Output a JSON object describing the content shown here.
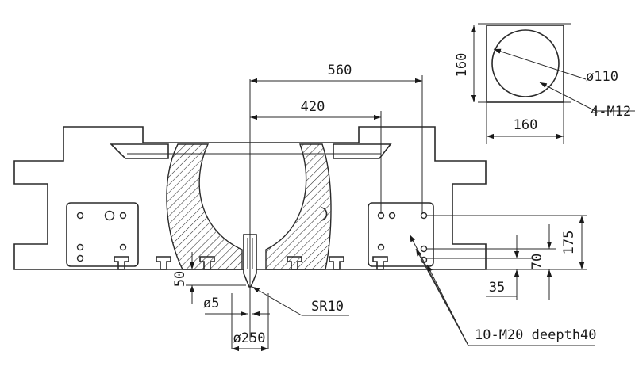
{
  "dimensions": {
    "width_560": "560",
    "width_420": "420",
    "plate_height_160": "160",
    "plate_width_160": "160",
    "diameter_110": "ø110",
    "bolt_holes": "4-M12",
    "height_175": "175",
    "height_70": "70",
    "height_35": "35",
    "height_50": "50",
    "diameter_5": "ø5",
    "radius_sr10": "SR10",
    "diameter_250": "ø250",
    "tapped_holes": "10-M20 deepth40"
  },
  "colors": {
    "line": "#2a2a2a",
    "background": "#ffffff",
    "hatch": "#2a2a2a"
  }
}
